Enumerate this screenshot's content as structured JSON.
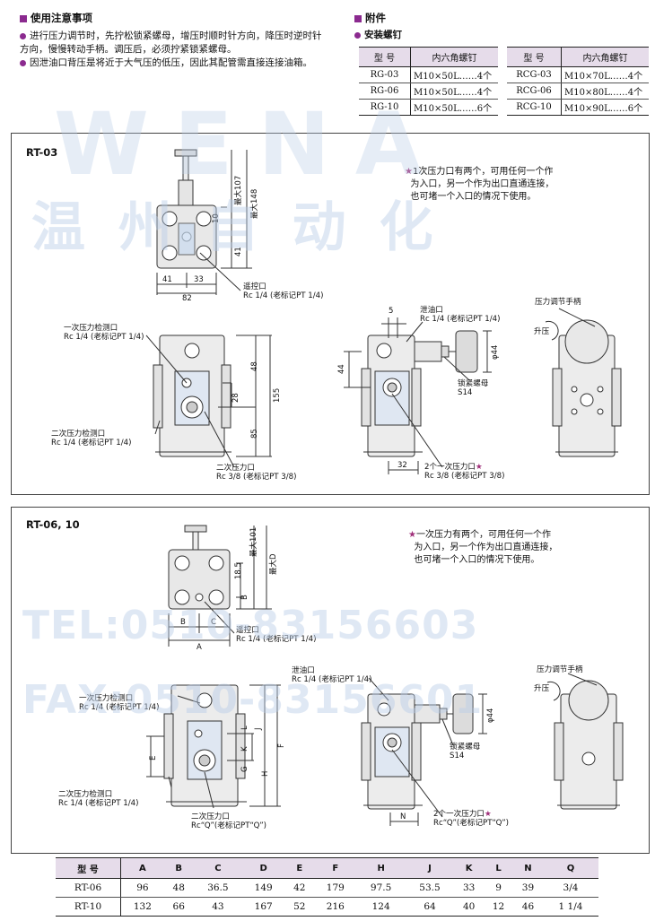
{
  "notes": {
    "title": "使用注意事项",
    "items": [
      "进行压力调节时，先拧松锁紧螺母，增压时顺时针方向，降压时逆时针方向，慢慢转动手柄。调压后，必须拧紧锁紧螺母。",
      "因泄油口背压是将近于大气压的低压，因此其配管需直接连接油箱。"
    ]
  },
  "accessory": {
    "title": "附件",
    "subtitle": "安装螺钉",
    "headers": [
      "型 号",
      "内六角螺钉"
    ],
    "table1": [
      [
        "RG-03",
        "M10×50L……4个"
      ],
      [
        "RG-06",
        "M10×50L……4个"
      ],
      [
        "RG-10",
        "M10×50L……6个"
      ]
    ],
    "table2": [
      [
        "RCG-03",
        "M10×70L……4个"
      ],
      [
        "RCG-06",
        "M10×80L……4个"
      ],
      [
        "RCG-10",
        "M10×90L……6个"
      ]
    ]
  },
  "watermark": {
    "brand": "WENA",
    "chinese": "温 州 自 动 化",
    "tel": "TEL:0510-83156603",
    "fax": "FAX:0510-83156601"
  },
  "rt03": {
    "title": "RT-03",
    "note": "1次压力口有两个，可用任何一个作为入口，另一个作为出口直通连接，也可堵一个入口的情况下使用。",
    "note_lines": [
      "1次压力口有两个，可用任何一个作",
      "为入口，另一个作为出口直通连接，",
      "也可堵一个入口的情况下使用。"
    ],
    "remote_port": "遥控口",
    "remote_spec": "Rc 1/4 (老标记PT 1/4)",
    "dim_41": "41",
    "dim_33": "33",
    "dim_82": "82",
    "dim_10": "10",
    "dim_41v": "41",
    "dim_max107": "最大107",
    "dim_max148": "最大148",
    "primary_check": "一次压力检测口",
    "primary_check_spec": "Rc 1/4 (老标记PT 1/4)",
    "secondary_check": "二次压力检测口",
    "secondary_check_spec": "Rc 1/4 (老标记PT 1/4)",
    "dim_48": "48",
    "dim_28": "28",
    "dim_85": "85",
    "dim_155": "155",
    "secondary_port": "二次压力口",
    "secondary_port_spec": "Rc 3/8 (老标记PT 3/8)",
    "drain": "泄油口",
    "drain_spec": "Rc 1/4 (老标记PT 1/4)",
    "dim_5": "5",
    "dim_44": "44",
    "dim_phi44": "φ44",
    "lock_nut": "锁紧螺母",
    "lock_nut_spec": "S14",
    "dim_32": "32",
    "primary_ports": "2个一次压力口",
    "primary_ports_spec": "Rc 3/8 (老标记PT 3/8)",
    "handle": "压力调节手柄",
    "raise": "升压"
  },
  "rt0610": {
    "title": "RT-06, 10",
    "note_lines": [
      "一次压力有两个，可用任何一个作",
      "为入口，另一个作为出口直通连接，",
      "也可堵一个入口的情况下使用。"
    ],
    "remote_port": "遥控口",
    "remote_spec": "Rc 1/4 (老标记PT 1/4)",
    "dim_185": "18.5",
    "dim_B": "B",
    "dim_max101": "最大101",
    "dim_maxD": "最大D",
    "dim_Bh": "B",
    "dim_C": "C",
    "dim_A": "A",
    "primary_check": "一次压力检测口",
    "primary_check_spec": "Rc 1/4 (老标记PT 1/4)",
    "secondary_check": "二次压力检测口",
    "secondary_check_spec": "Rc 1/4 (老标记PT 1/4)",
    "dim_E": "E",
    "dim_L": "L",
    "dim_J": "J",
    "dim_K": "K",
    "dim_G": "G",
    "dim_H": "H",
    "dim_F": "F",
    "secondary_port": "二次压力口",
    "secondary_port_spec": "Rc“Q”(老标记PT“Q”)",
    "drain": "泄油口",
    "drain_spec": "Rc 1/4 (老标记PT 1/4)",
    "dim_phi44": "φ44",
    "lock_nut": "锁紧螺母",
    "lock_nut_spec": "S14",
    "dim_N": "N",
    "primary_ports": "2个一次压力口",
    "primary_ports_spec": "Rc“Q”(老标记PT“Q”)",
    "handle": "压力调节手柄",
    "raise": "升压"
  },
  "dims_table": {
    "headers": [
      "型 号",
      "A",
      "B",
      "C",
      "D",
      "E",
      "F",
      "H",
      "J",
      "K",
      "L",
      "N",
      "Q"
    ],
    "rows": [
      [
        "RT-06",
        "96",
        "48",
        "36.5",
        "149",
        "42",
        "179",
        "97.5",
        "53.5",
        "33",
        "9",
        "39",
        "3/4"
      ],
      [
        "RT-10",
        "132",
        "66",
        "43",
        "167",
        "52",
        "216",
        "124",
        "64",
        "40",
        "12",
        "46",
        "1 1/4"
      ]
    ]
  },
  "colors": {
    "accent": "#8b2a8f",
    "header_bg": "#e6dcea",
    "watermark": "#b9cde8",
    "star": "#a0307a"
  }
}
